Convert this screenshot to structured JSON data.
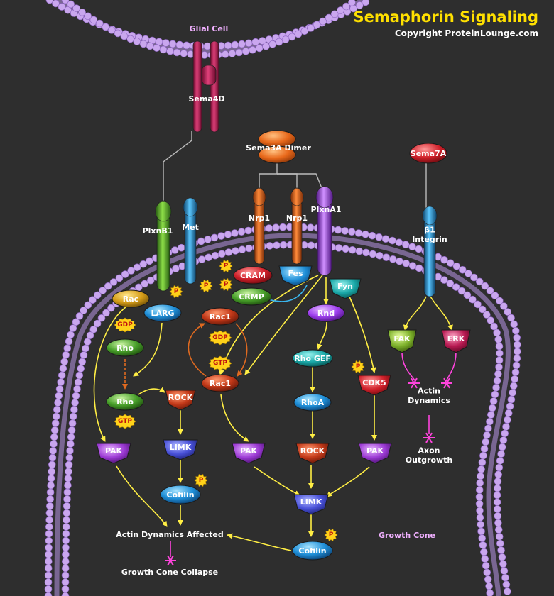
{
  "header": {
    "title": "Semaphorin Signaling",
    "copyright": "Copyright ProteinLounge.com"
  },
  "regions": {
    "glial_cell": "Glial Cell",
    "growth_cone": "Growth Cone"
  },
  "receptors": {
    "sema4d": "Sema4D",
    "plxnb1": "PlxnB1",
    "met": "Met",
    "nrp1_a": "Nrp1",
    "nrp1_b": "Nrp1",
    "plxna1": "PlxnA1",
    "integrin": "β1\nIntegrin"
  },
  "ligands": {
    "sema3a": "Sema3A Dimer",
    "sema7a": "Sema7A"
  },
  "proteins": {
    "rac_top": "Rac",
    "larg": "LARG",
    "rho_gdp": "Rho",
    "rho_gtp": "Rho",
    "rock_left": "ROCK",
    "limk_left": "LIMK",
    "cofilin_left": "Cofilin",
    "pak_left": "PAK",
    "cram": "CRAM",
    "fes": "Fes",
    "crmp": "CRMP",
    "fyn": "Fyn",
    "rac1_gdp": "Rac1",
    "rac1_gtp": "Rac1",
    "pak_mid": "PAK",
    "rnd": "Rnd",
    "rho_gef": "Rho GEF",
    "rhoa": "RhoA",
    "rock_mid": "ROCK",
    "cdk5": "CDK5",
    "pak_right": "PAK",
    "limk_center": "LIMK",
    "cofilin_center": "Cofilin",
    "fak": "FAK",
    "erk": "ERK"
  },
  "tags": {
    "gdp": "GDP",
    "gtp": "GTP",
    "phospho": "P"
  },
  "outcomes": {
    "actin_affected": "Actin Dynamics Affected",
    "collapse": "Growth Cone Collapse",
    "actin_dynamics": "Actin\nDynamics",
    "axon_outgrowth": "Axon\nOutgrowth"
  },
  "colors": {
    "background": "#2e2e2e",
    "membrane": "#c9a6ee",
    "arrow": "#ffee44",
    "connector": "#bbbbbb",
    "star": "#ff44dd",
    "title": "#ffe000",
    "region_label": "#f0b0ff"
  }
}
